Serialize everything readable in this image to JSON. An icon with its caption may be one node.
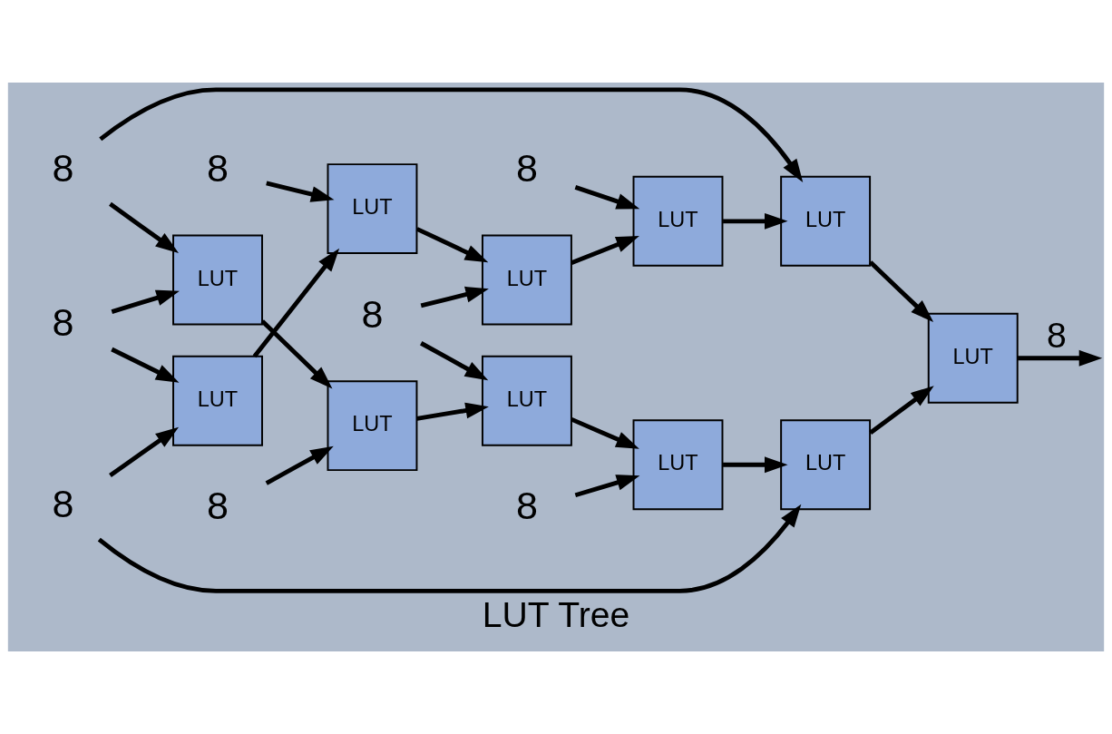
{
  "diagram": {
    "caption": "LUT Tree",
    "nodes": [
      {
        "text": [
          "8"
        ]
      },
      {
        "text": [
          "8"
        ]
      },
      {
        "text": [
          "8"
        ]
      },
      {
        "text": [
          "8"
        ]
      },
      {
        "text": [
          "8"
        ]
      },
      {
        "text": [
          "8"
        ]
      },
      {
        "text": [
          "8"
        ]
      },
      {
        "text": [
          "8"
        ]
      },
      {
        "text": [
          "LUT"
        ]
      },
      {
        "text": [
          "LUT"
        ]
      },
      {
        "text": [
          "LUT"
        ]
      },
      {
        "text": [
          "LUT"
        ]
      },
      {
        "text": [
          "LUT"
        ]
      },
      {
        "text": [
          "LUT"
        ]
      },
      {
        "text": [
          "LUT"
        ]
      },
      {
        "text": [
          "LUT"
        ]
      },
      {
        "text": [
          "LUT"
        ]
      },
      {
        "text": [
          "LUT"
        ]
      },
      {
        "text": [
          "LUT"
        ]
      }
    ],
    "edges": [
      {
        "from": 0,
        "to": 8,
        "arrow": "to"
      },
      {
        "from": 1,
        "to": 8,
        "arrow": "to"
      },
      {
        "from": 8,
        "to": 9,
        "arrow": "to"
      },
      {
        "from": 2,
        "to": 9,
        "arrow": "to"
      },
      {
        "from": 9,
        "to": 10,
        "arrow": "to"
      },
      {
        "from": 3,
        "to": 10,
        "arrow": "to"
      },
      {
        "from": 10,
        "to": 11,
        "arrow": "to"
      },
      {
        "from": 4,
        "to": 11,
        "arrow": "to"
      },
      {
        "from": 11,
        "to": 12,
        "arrow": "to"
      },
      {
        "from": 5,
        "to": 12,
        "arrow": "to"
      },
      {
        "from": 5,
        "to": 13,
        "arrow": "to"
      },
      {
        "from": 0,
        "to": 13,
        "arrow": "to"
      },
      {
        "from": 13,
        "to": 14,
        "arrow": "to"
      },
      {
        "from": 6,
        "to": 14,
        "arrow": "to"
      },
      {
        "from": 14,
        "to": 15,
        "arrow": "to"
      },
      {
        "from": 3,
        "to": 15,
        "arrow": "to"
      },
      {
        "from": 15,
        "to": 16,
        "arrow": "to"
      },
      {
        "from": 7,
        "to": 16,
        "arrow": "to"
      },
      {
        "from": 16,
        "to": 17,
        "arrow": "to"
      },
      {
        "from": 1,
        "to": 17,
        "arrow": "to"
      },
      {
        "from": 12,
        "to": 18,
        "arrow": "to"
      },
      {
        "from": 17,
        "to": 18,
        "arrow": "to"
      },
      {
        "from": 18,
        "to": null,
        "arrow": "to",
        "label": "8"
      }
    ]
  }
}
